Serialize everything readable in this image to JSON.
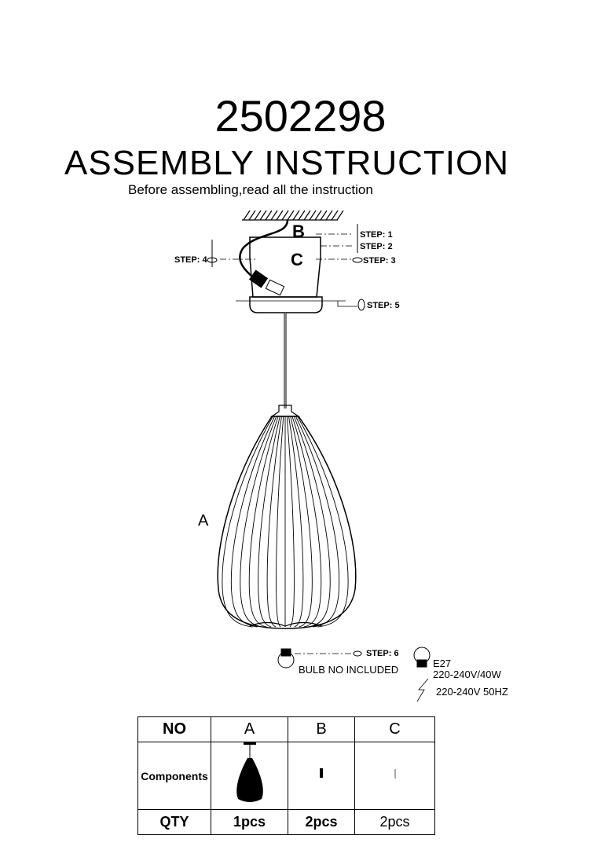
{
  "header": {
    "model": "2502298",
    "title": "ASSEMBLY  INSTRUCTION",
    "subtitle": "Before assembling,read all the instruction"
  },
  "diagram": {
    "label_a": "A",
    "label_b": "B",
    "label_c": "C",
    "steps": [
      "STEP: 1",
      "STEP: 2",
      "STEP: 3",
      "STEP: 4",
      "STEP: 5",
      "STEP: 6"
    ],
    "bulb_note": "BULB NO INCLUDED",
    "bulb_type": "E27",
    "bulb_rating": "220-240V/40W",
    "supply": "220-240V 50HZ"
  },
  "table": {
    "headers": [
      "NO",
      "A",
      "B",
      "C"
    ],
    "row_label": "Components",
    "qty_label": "QTY",
    "qty": [
      "1pcs",
      "2pcs",
      "2pcs"
    ]
  }
}
